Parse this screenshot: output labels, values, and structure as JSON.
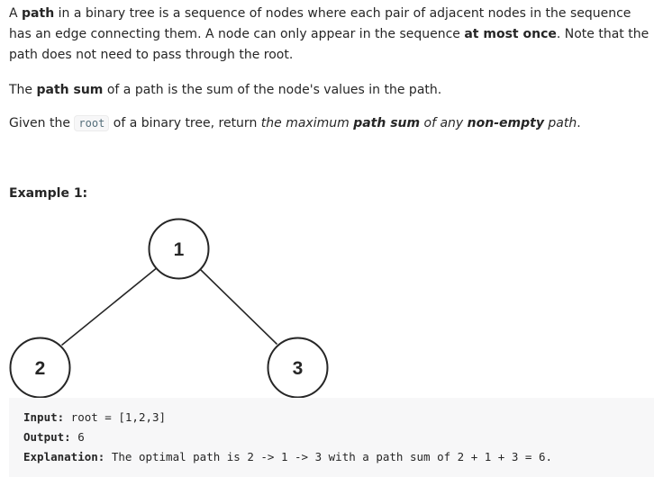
{
  "description": {
    "p1": {
      "t1": "A ",
      "b1": "path",
      "t2": " in a binary tree is a sequence of nodes where each pair of adjacent nodes in the sequence has an edge connecting them. A node can only appear in the sequence ",
      "b2": "at most once",
      "t3": ". Note that the path does not need to pass through the root."
    },
    "p2": {
      "t1": "The ",
      "b1": "path sum",
      "t2": " of a path is the sum of the node's values in the path."
    },
    "p3": {
      "t1": "Given the ",
      "code": "root",
      "t2": " of a binary tree, return ",
      "i1": "the maximum ",
      "b1": "path sum",
      "i2": " of any ",
      "b2": "non-empty",
      "i3": " path",
      "t3": "."
    }
  },
  "example": {
    "title": "Example 1:",
    "tree": {
      "root": "1",
      "left": "2",
      "right": "3"
    },
    "input_label": "Input:",
    "input_value": " root = [1,2,3]",
    "output_label": "Output:",
    "output_value": " 6",
    "explanation_label": "Explanation:",
    "explanation_value": " The optimal path is 2 -> 1 -> 3 with a path sum of 2 + 1 + 3 = 6."
  }
}
